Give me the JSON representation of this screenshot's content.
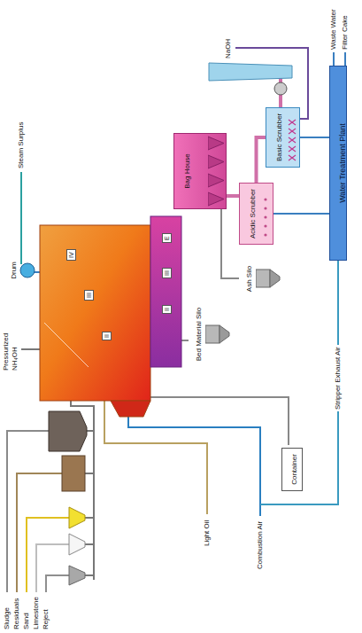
{
  "diagram": {
    "nodes": [
      {
        "text": [
          "Drum"
        ]
      },
      {
        "text": [
          "Bag House"
        ]
      },
      {
        "text": [
          "Acidic Scrubber"
        ]
      },
      {
        "text": [
          "Basic Scrubber"
        ]
      },
      {
        "text": [
          "Water Treatment Plant"
        ]
      },
      {
        "text": [
          "Bed Material Silo"
        ]
      },
      {
        "text": [
          "Ash Silo"
        ]
      },
      {
        "text": [
          "Container"
        ]
      }
    ],
    "edges": [
      {
        "from": 1,
        "to": 2,
        "arrow": "none"
      },
      {
        "from": 2,
        "to": 3,
        "arrow": "none"
      },
      {
        "from": 2,
        "to": 4,
        "arrow": "none"
      },
      {
        "from": 3,
        "to": 4,
        "arrow": "none"
      }
    ],
    "labels": [
      "Sludge",
      "Residuals",
      "Sand",
      "Limestone",
      "Reject",
      "Pressurized NH₄OH",
      "Light Oil",
      "Combustion Air",
      "Steam Surplus",
      "NaOH",
      "Waste Water",
      "Filter Cake",
      "Stripper Exhaust Air",
      "IV",
      "III",
      "II",
      "E",
      "III",
      "II"
    ]
  }
}
